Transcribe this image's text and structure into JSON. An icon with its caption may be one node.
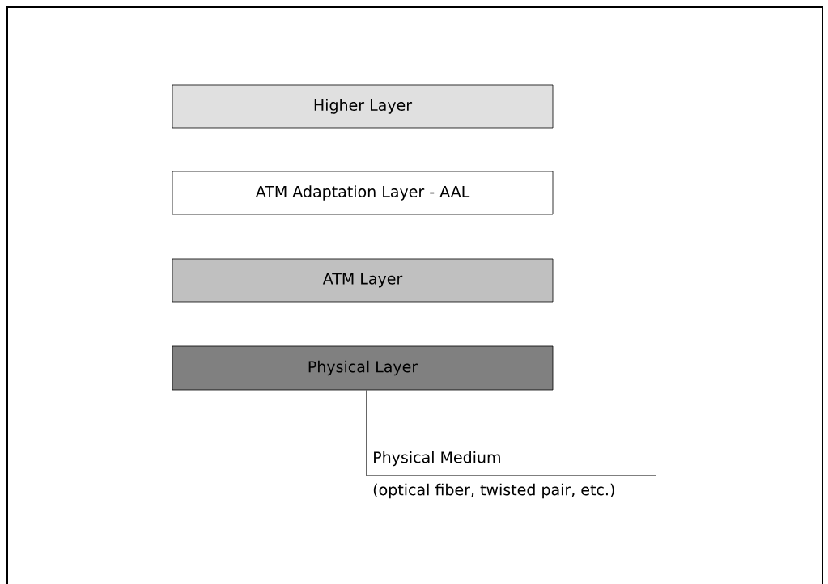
{
  "diagram": {
    "nodes": [
      {
        "text": [
          "Higher Layer"
        ]
      },
      {
        "text": [
          "ATM Adaptation Layer - AAL"
        ]
      },
      {
        "text": [
          "ATM Layer"
        ]
      },
      {
        "text": [
          "Physical Layer"
        ]
      },
      {
        "text": [
          "Physical Medium",
          "(optical fiber, twisted pair, etc.)"
        ]
      }
    ],
    "edges": [
      {
        "from": 3,
        "to": 4,
        "arrow": "none"
      }
    ]
  }
}
